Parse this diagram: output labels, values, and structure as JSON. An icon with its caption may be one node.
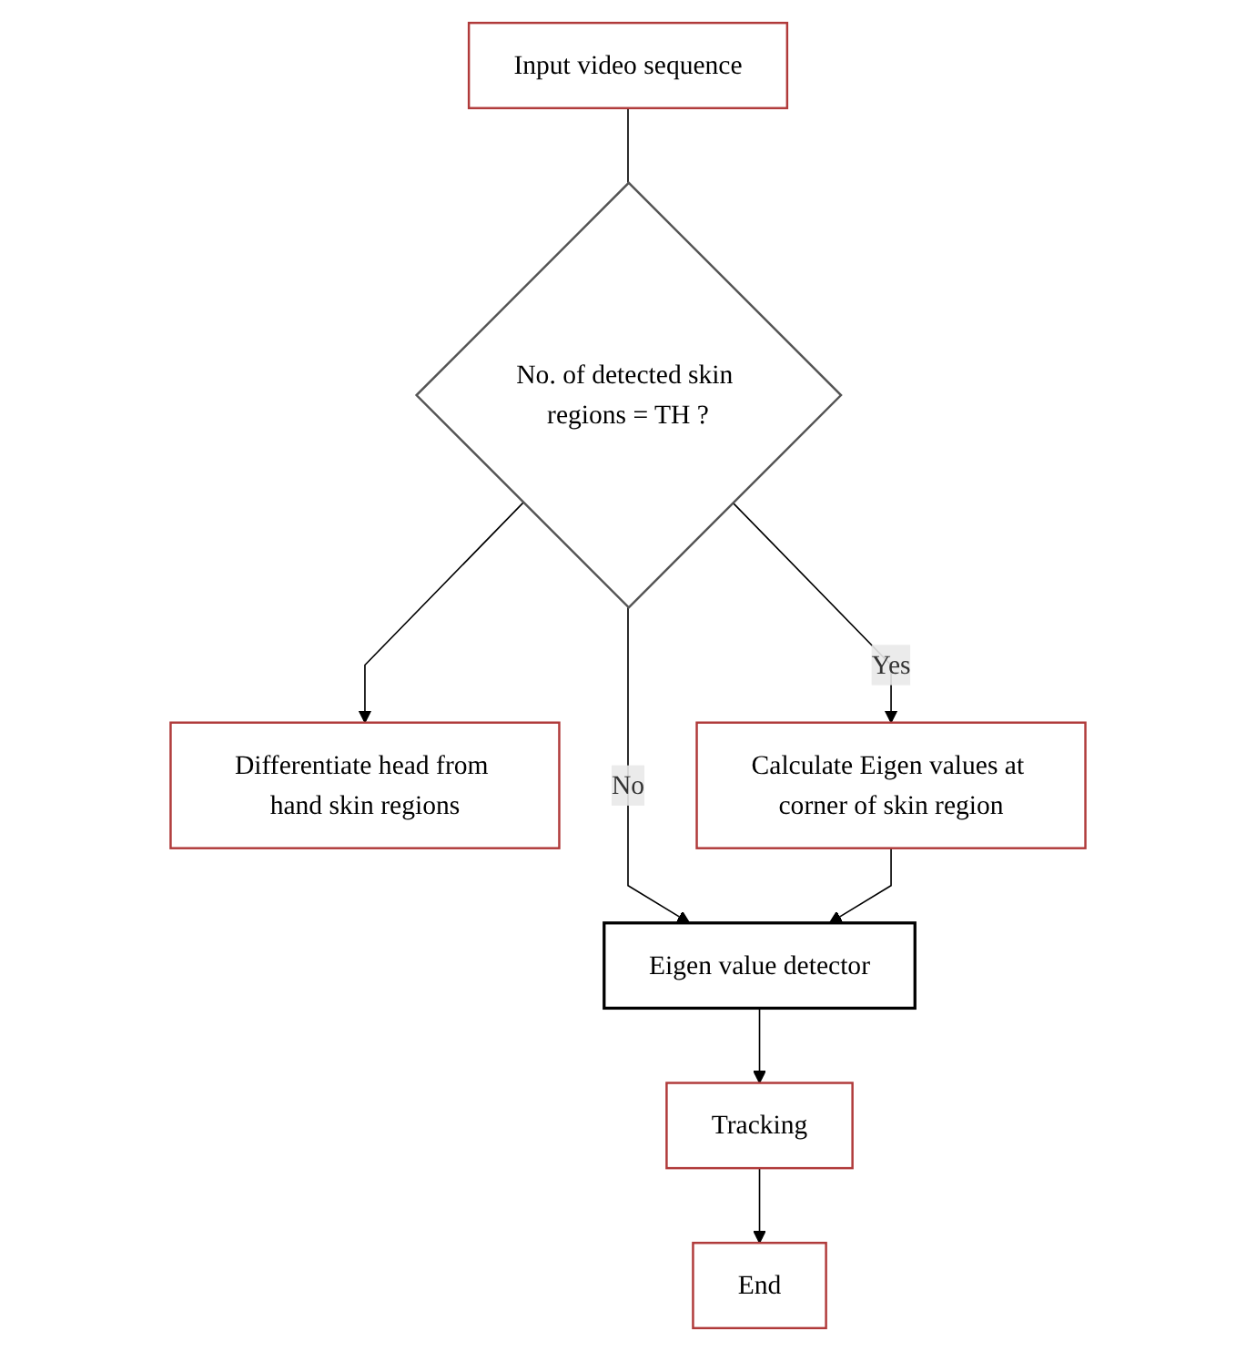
{
  "diagram": {
    "nodes": [
      {
        "text": [
          "Input video sequence"
        ]
      },
      {
        "text": [
          "No. of detected skin regions = TH ?"
        ]
      },
      {
        "text": [
          "Differentiate head from hand skin regions"
        ]
      },
      {
        "text": [
          "Calculate Eigen values at corner of skin region"
        ]
      },
      {
        "text": [
          "Eigen value detector"
        ]
      },
      {
        "text": [
          "Tracking"
        ]
      },
      {
        "text": [
          "End"
        ]
      }
    ],
    "edges": [
      {
        "from": 0,
        "to": 1,
        "arrow": "none"
      },
      {
        "from": 1,
        "to": 2,
        "arrow": "to"
      },
      {
        "from": 1,
        "to": 3,
        "arrow": "to",
        "label": "Yes"
      },
      {
        "from": 1,
        "to": 4,
        "arrow": "to",
        "label": "No"
      },
      {
        "from": 3,
        "to": 4,
        "arrow": "to"
      },
      {
        "from": 4,
        "to": 5,
        "arrow": "to"
      },
      {
        "from": 5,
        "to": 6,
        "arrow": "to"
      }
    ]
  }
}
